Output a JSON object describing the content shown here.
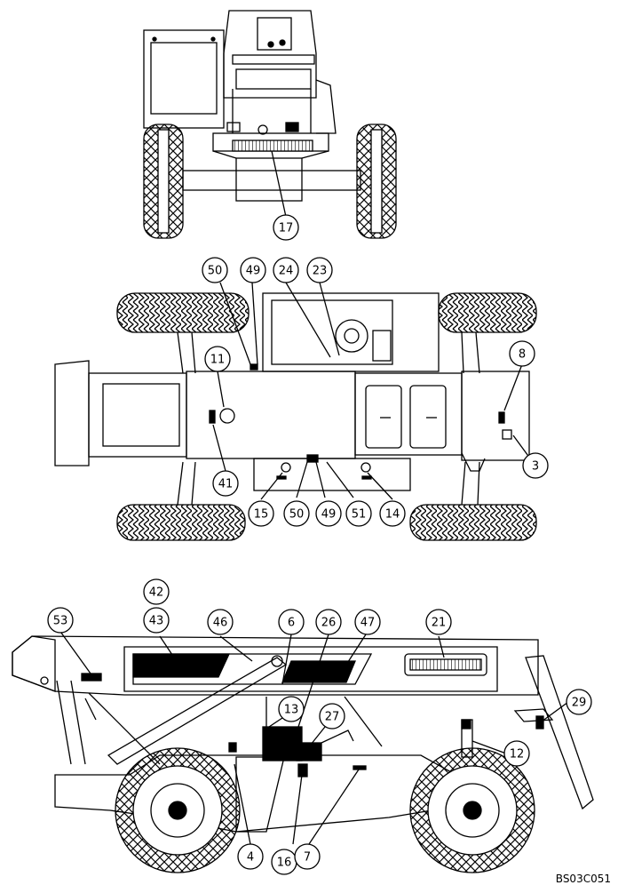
{
  "document": {
    "reference_code": "BS03C051"
  },
  "callouts": {
    "front_view": [
      "17"
    ],
    "top_view": [
      "50",
      "49",
      "24",
      "23",
      "11",
      "8",
      "41",
      "3",
      "15",
      "50",
      "49",
      "51",
      "14"
    ],
    "side_view": [
      "42",
      "43",
      "53",
      "46",
      "6",
      "26",
      "47",
      "21",
      "13",
      "27",
      "29",
      "12",
      "4",
      "16",
      "7"
    ]
  },
  "colors": {
    "line": "#000000",
    "fill_dark": "#111111",
    "fill_light": "#ffffff"
  }
}
